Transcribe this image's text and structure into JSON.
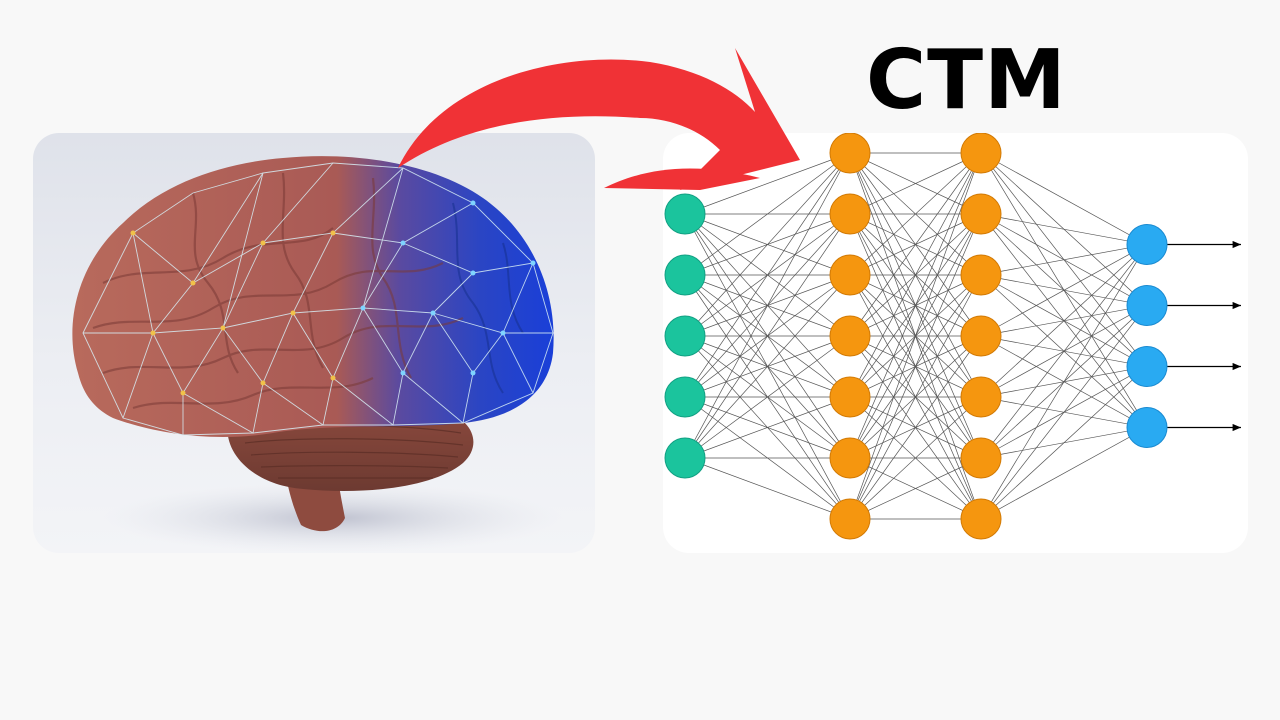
{
  "title": "CTM",
  "colors": {
    "background": "#f8f8f8",
    "arrow": "#f03236",
    "input_node": "#1bc49d",
    "hidden_node": "#f5960f",
    "output_node": "#29aaf2",
    "brain_warm": "#b7665a",
    "brain_cool": "#2346c8",
    "mesh": "#cfe6ef"
  },
  "network": {
    "layers": [
      {
        "name": "input",
        "count": 5
      },
      {
        "name": "hidden-1",
        "count": 7
      },
      {
        "name": "hidden-2",
        "count": 7
      },
      {
        "name": "output",
        "count": 4
      }
    ]
  },
  "icons": {
    "arrow": "curved-arrow-icon"
  }
}
